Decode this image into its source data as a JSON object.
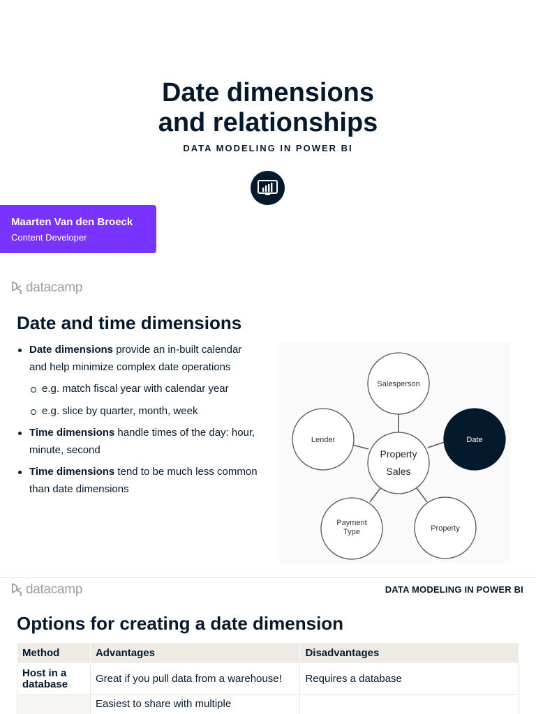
{
  "slide1": {
    "title_line1": "Date dimensions",
    "title_line2": "and relationships",
    "subtitle": "DATA MODELING IN POWER BI",
    "presenter": {
      "name": "Maarten Van den Broeck",
      "role": "Content Developer"
    }
  },
  "brand": {
    "logo_text": "datacamp",
    "accent": "#7933ff",
    "navy": "#05192d"
  },
  "slide2": {
    "heading": "Date and time dimensions",
    "bullet1_strong": "Date dimensions",
    "bullet1_rest": " provide an in-built calendar and help minimize complex date operations",
    "sub1": "e.g. match fiscal year with calendar year",
    "sub2": "e.g. slice by quarter, month, week",
    "bullet2_strong": "Time dimensions",
    "bullet2_rest": " handle times of the day: hour, minute, second",
    "bullet3_strong": "Time dimensions",
    "bullet3_rest": " tend to be much less common than date dimensions",
    "diagram": {
      "center_line1": "Property",
      "center_line2": "Sales",
      "salesperson": "Salesperson",
      "lender": "Lender",
      "date": "Date",
      "payment_line1": "Payment",
      "payment_line2": "Type",
      "property": "Property"
    }
  },
  "slide3": {
    "course_tag": "DATA MODELING IN POWER BI",
    "heading": "Options for creating a date dimension",
    "table": {
      "headers": [
        "Method",
        "Advantages",
        "Disadvantages"
      ],
      "rows": [
        [
          "Host in a database",
          "Great if you pull data from a warehouse!",
          "Requires a database"
        ],
        [
          "",
          "Easiest to share with multiple",
          ""
        ]
      ]
    }
  }
}
